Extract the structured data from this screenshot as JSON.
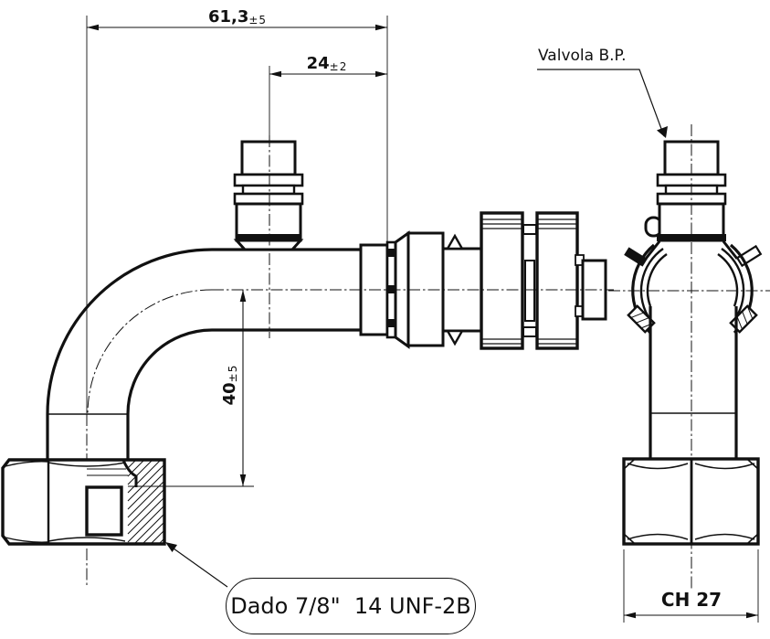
{
  "dimensions": {
    "overall_length": {
      "value": "61,3",
      "tolerance": "±5"
    },
    "valve_position": {
      "value": "24",
      "tolerance": "±2"
    },
    "vertical_height": {
      "value": "40",
      "tolerance": "±5"
    },
    "nut_wrench_size": "CH 27"
  },
  "callouts": {
    "valve_label": "Valvola B.P.",
    "nut_label": "Dado 7/8\"  14 UNF-2B"
  },
  "colors": {
    "line": "#111111",
    "background": "#ffffff"
  }
}
